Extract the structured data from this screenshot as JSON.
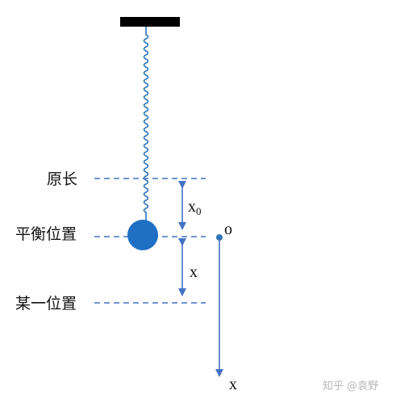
{
  "labels": {
    "natural_length": "原长",
    "equilibrium": "平衡位置",
    "some_position": "某一位置"
  },
  "variables": {
    "x0_main": "x",
    "x0_sub": "0",
    "x": "x",
    "origin": "o",
    "axis": "x"
  },
  "watermark": "知乎 @袁野",
  "colors": {
    "blue": "#4472c4",
    "spring": "#2e75b6",
    "ball": "#1f6fc5",
    "ceiling": "#000000"
  }
}
